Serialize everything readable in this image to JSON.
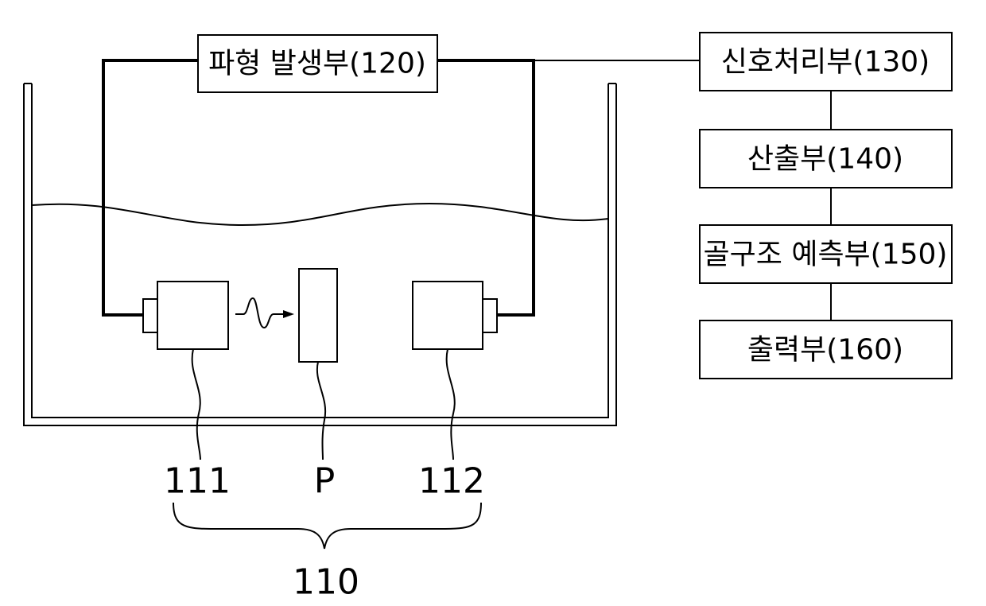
{
  "blocks": {
    "waveform_generator": "파형 발생부(120)",
    "signal_processor": "신호처리부(130)",
    "calculator": "산출부(140)",
    "bone_structure_predictor": "골구조 예측부(150)",
    "output": "출력부(160)"
  },
  "references": {
    "transmitter": "111",
    "specimen": "P",
    "receiver": "112",
    "group": "110"
  }
}
